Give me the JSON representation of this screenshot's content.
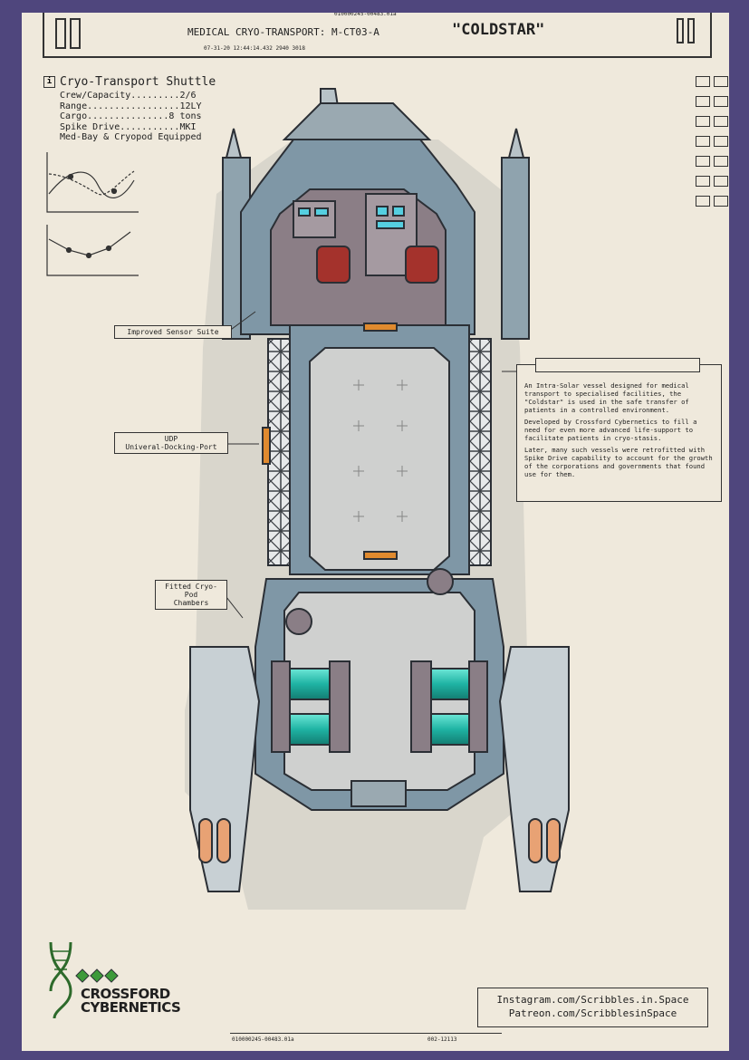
{
  "header": {
    "serial_top": "010000245-00483.01a",
    "title_left": "MEDICAL CRYO-TRANSPORT: M-CT03-A",
    "title_right": "\"COLDSTAR\"",
    "serial_sub": "07-31-20 12:44:14.432   2940   3018"
  },
  "specs": {
    "title": "Cryo-Transport Shuttle",
    "lines": [
      "Crew/Capacity.........2/6",
      "Range.................12LY",
      "Cargo...............8 tons",
      "Spike Drive...........MKI",
      "Med-Bay & Cryopod Equipped"
    ]
  },
  "callouts": {
    "sensor": "Improved Sensor Suite",
    "udp_line1": "UDP",
    "udp_line2": "Univeral-Docking-Port",
    "cryo_line1": "Fitted Cryo-Pod",
    "cryo_line2": "Chambers"
  },
  "description": {
    "p1": "An Intra-Solar vessel designed for medical transport to specialised facilities, the \"Coldstar\" is used in the safe transfer of patients in a controlled environment.",
    "p2": "Developed by Crossford Cybernetics to fill a need for  even more advanced life-support to facilitate patients in cryo-stasis.",
    "p3": "Later, many such vessels were retrofitted with Spike Drive capability to account for the growth of the corporations and governments that found use for them."
  },
  "footer": {
    "brand_line1": "CROSSFORD",
    "brand_line2": "CYBERNETICS",
    "instagram": "Instagram.com/Scribbles.in.Space",
    "patreon": "Patreon.com/ScribblesinSpace",
    "serial_left": "010000245-00483.01a",
    "serial_right": "002-12113"
  },
  "colors": {
    "border_purple": "#4f467d",
    "paper": "#efe9dc",
    "hull_blue": "#7f97a6",
    "floor_grey": "#cfd0cf",
    "cryo_teal": "#36c1b3",
    "seat_red": "#a4322c",
    "door_orange": "#e08a2e",
    "logo_green": "#3d9a3a"
  }
}
